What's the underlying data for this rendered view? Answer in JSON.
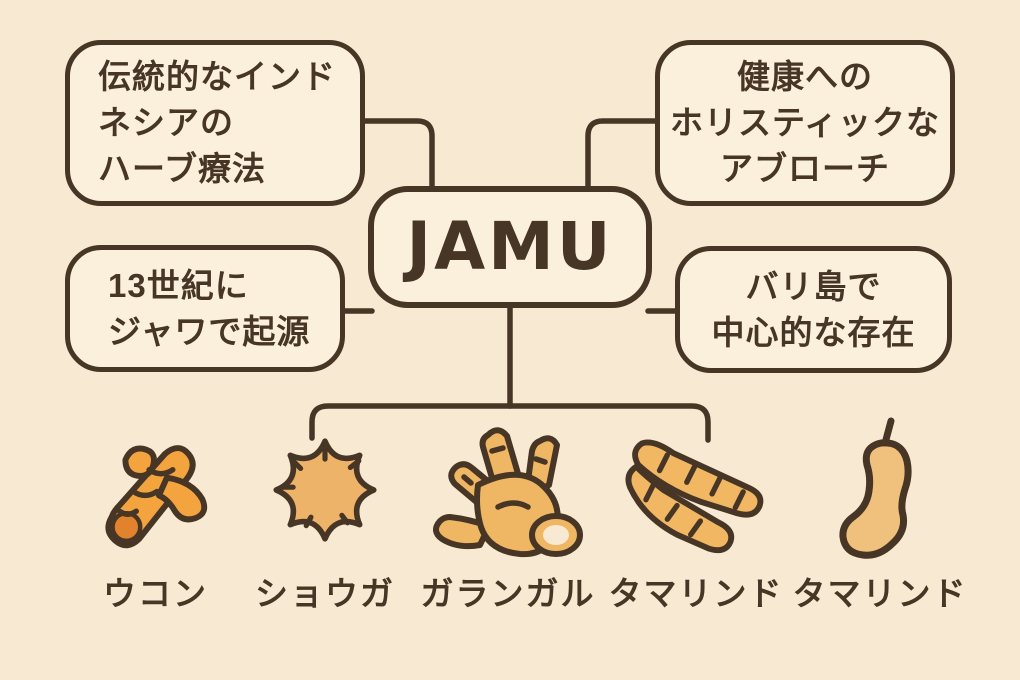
{
  "colors": {
    "background": "#f8e9d2",
    "box_fill": "#fbf0dc",
    "ink": "#473526",
    "turmeric": "#f3a43e",
    "turmeric_cut": "#e0832c",
    "ginger": "#edb469",
    "galangal": "#efb763",
    "root_pair": "#f1b763",
    "tamarind_pod": "#f0c17d"
  },
  "center": {
    "label": "JAMU"
  },
  "branches": {
    "top_left": {
      "lines": [
        "伝統的なインド",
        "ネシアの",
        "ハーブ療法"
      ]
    },
    "top_right": {
      "lines": [
        "健康への",
        "ホリスティックな",
        "アブローチ"
      ]
    },
    "middle_left": {
      "lines": [
        "13世紀に",
        "ジャワで起源"
      ]
    },
    "middle_right": {
      "lines": [
        "バリ島で",
        "中心的な存在"
      ]
    }
  },
  "ingredients": [
    {
      "icon": "turmeric-root-icon",
      "label": "ウコン"
    },
    {
      "icon": "ginger-root-icon",
      "label": "ショウガ"
    },
    {
      "icon": "galangal-root-icon",
      "label": "ガランガル"
    },
    {
      "icon": "tamarind-root-icon",
      "label": "タマリンド"
    },
    {
      "icon": "tamarind-pod-icon",
      "label": "タマリンド"
    }
  ]
}
